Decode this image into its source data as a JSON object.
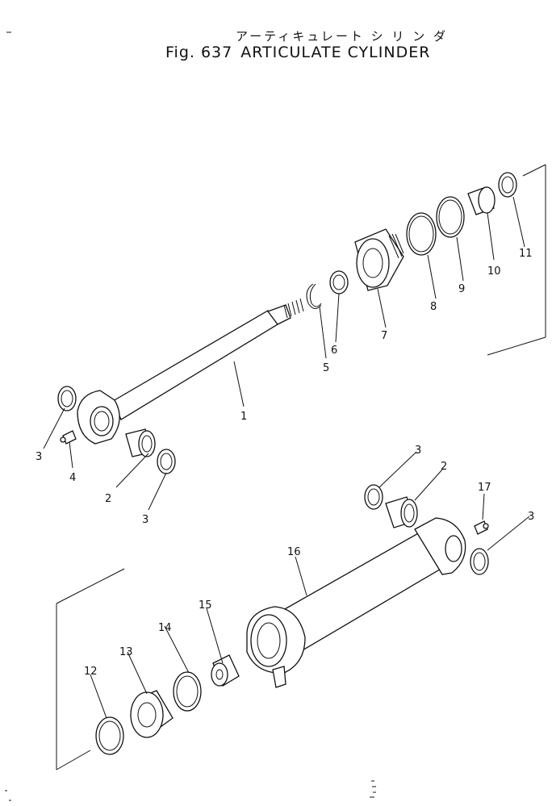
{
  "figure": {
    "title_jp": "アーティキュレート シ リ ン ダ",
    "fig_label": "Fig. 637",
    "title_en": "ARTICULATE CYLINDER"
  },
  "callouts": [
    "1",
    "2",
    "3",
    "4",
    "5",
    "6",
    "7",
    "8",
    "9",
    "10",
    "11",
    "12",
    "13",
    "14",
    "15",
    "16",
    "17"
  ],
  "callouts_extra": [
    "2",
    "3",
    "3",
    "3"
  ]
}
